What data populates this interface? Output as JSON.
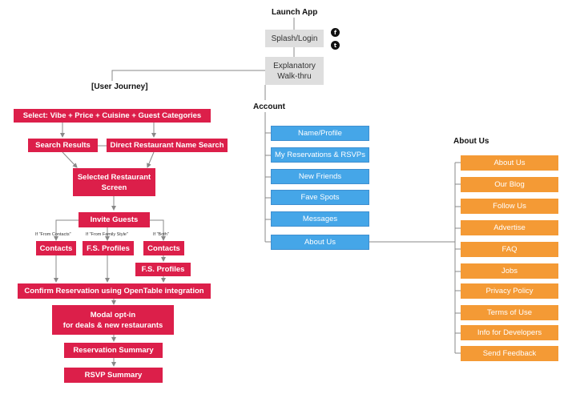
{
  "headings": {
    "launch": "Launch App",
    "journey": "[User Journey]",
    "account": "Account",
    "about": "About Us"
  },
  "app_nodes": {
    "splash": "Splash/Login",
    "walkthru": "Explanatory\nWalk-thru"
  },
  "icons": [
    "facebook-icon",
    "twitter-icon"
  ],
  "journey": {
    "select": "Select: Vibe + Price + Cuisine + Guest Categories",
    "search_results": "Search Results",
    "direct_search": "Direct Restaurant Name Search",
    "selected_screen": "Selected Restaurant\nScreen",
    "invite": "Invite Guests",
    "note_contacts": "If \"From Contacts\"",
    "note_family": "If \"From Family Style\"",
    "note_both": "If \"Both\"",
    "contacts_1": "Contacts",
    "fs_profiles_1": "F.S. Profiles",
    "contacts_2": "Contacts",
    "fs_profiles_2": "F.S. Profiles",
    "confirm": "Confirm Reservation using OpenTable integration",
    "modal": "Modal opt-in\nfor deals & new restaurants",
    "reservation_summary": "Reservation Summary",
    "rsvp_summary": "RSVP Summary"
  },
  "account_items": [
    "Name/Profile",
    "My Reservations & RSVPs",
    "New Friends",
    "Fave Spots",
    "Messages",
    "About Us"
  ],
  "about_items": [
    "About Us",
    "Our Blog",
    "Follow Us",
    "Advertise",
    "FAQ",
    "Jobs",
    "Privacy Policy",
    "Terms of Use",
    "Info for Developers",
    "Send Feedback"
  ],
  "colors": {
    "journey": "#dc1f4a",
    "account": "#45a6e8",
    "about": "#f49a35",
    "app": "#dedede"
  }
}
